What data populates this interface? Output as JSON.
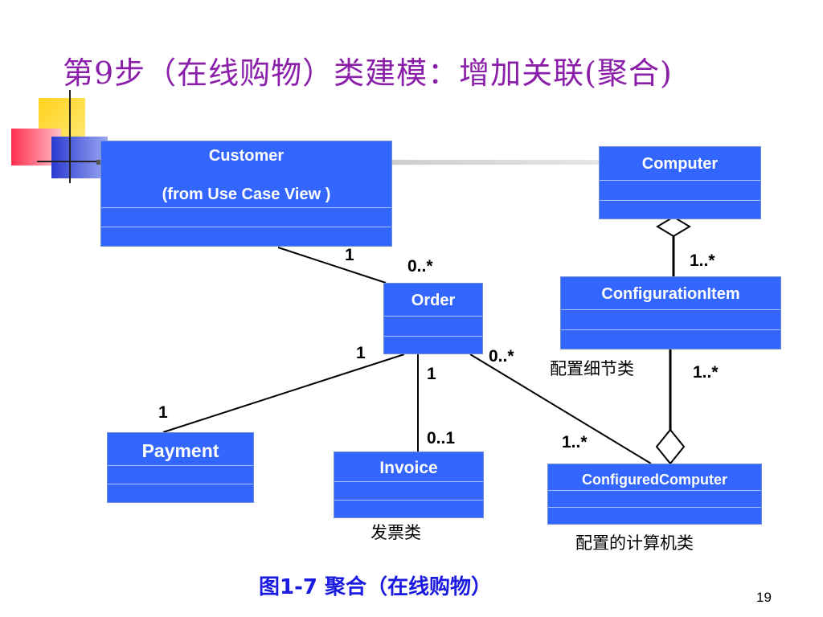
{
  "title": "第9步（在线购物）类建模：增加关联(聚合)",
  "classes": {
    "customer": {
      "name": "Customer",
      "subtitle": "(from Use Case View )"
    },
    "computer": {
      "name": "Computer"
    },
    "order": {
      "name": "Order"
    },
    "configuration_item": {
      "name": "ConfigurationItem"
    },
    "payment": {
      "name": "Payment"
    },
    "invoice": {
      "name": "Invoice"
    },
    "configured_computer": {
      "name": "ConfiguredComputer"
    }
  },
  "multiplicities": {
    "customer_order_customer_end": "1",
    "customer_order_order_end": "0..*",
    "computer_configitem_item_end": "1..*",
    "order_payment_order_end": "1",
    "order_payment_payment_end": "1",
    "order_invoice_order_end": "1",
    "order_invoice_invoice_end": "0..1",
    "order_configured_order_end": "0..*",
    "order_configured_configured_end": "1..*",
    "configitem_configured_item_end": "1..*"
  },
  "notes": {
    "configuration_item": "配置细节类",
    "invoice": "发票类",
    "configured_computer": "配置的计算机类"
  },
  "caption": "图1-7  聚合（在线购物）",
  "page_number": "19",
  "colors": {
    "class_fill": "#3366ff",
    "title": "#8b1fa9",
    "caption": "#1a1ae0"
  }
}
